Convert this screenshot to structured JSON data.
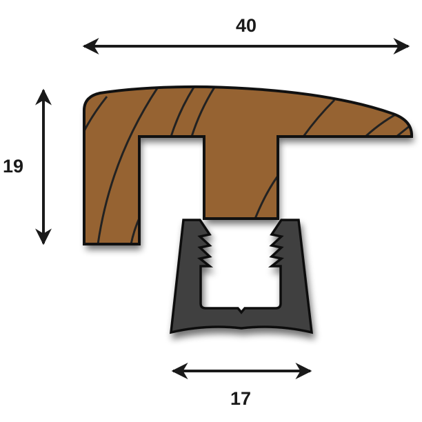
{
  "dimensions": {
    "width": "40",
    "height": "19",
    "clip_width": "17"
  },
  "colors": {
    "wood": "#966431",
    "clip": "#404040",
    "outline": "#111111"
  }
}
